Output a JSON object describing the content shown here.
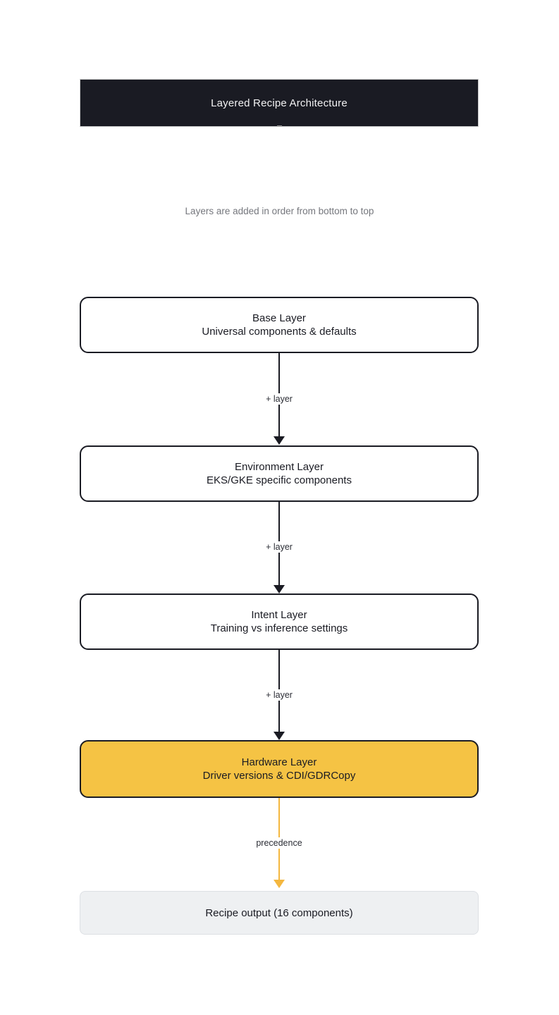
{
  "diagram": {
    "title": "Layered Recipe Architecture",
    "subtitle": "Layers are added in order from bottom to top",
    "nodes": [
      {
        "id": "base",
        "title": "Base Layer",
        "subtitle": "Universal components & defaults",
        "variant": "default"
      },
      {
        "id": "environment",
        "title": "Environment Layer",
        "subtitle": "EKS/GKE specific components",
        "variant": "default"
      },
      {
        "id": "intent",
        "title": "Intent Layer",
        "subtitle": "Training vs inference settings",
        "variant": "default"
      },
      {
        "id": "hardware",
        "title": "Hardware Layer",
        "subtitle": "Driver versions & CDI/GDRCopy",
        "variant": "highlight"
      }
    ],
    "edges": [
      {
        "from": "base",
        "to": "environment",
        "label": "+ layer",
        "color": "dark"
      },
      {
        "from": "environment",
        "to": "intent",
        "label": "+ layer",
        "color": "dark"
      },
      {
        "from": "intent",
        "to": "hardware",
        "label": "+ layer",
        "color": "dark"
      },
      {
        "from": "hardware",
        "to": "output",
        "label": "precedence",
        "color": "yellow"
      }
    ],
    "output": {
      "label": "Recipe output (16 components)"
    },
    "colors": {
      "dark": "#1A1B23",
      "header_background": "#1A1B23",
      "header_border": "#CBCBCB",
      "header_text": "#F2F2F3",
      "highlight_fill": "#F5C344",
      "yellow_arrow": "#F4B73F",
      "output_fill": "#EEF0F2",
      "output_border": "#DDE0E4",
      "subtitle_text": "#75777D",
      "node_border": "#1A1B23"
    }
  }
}
